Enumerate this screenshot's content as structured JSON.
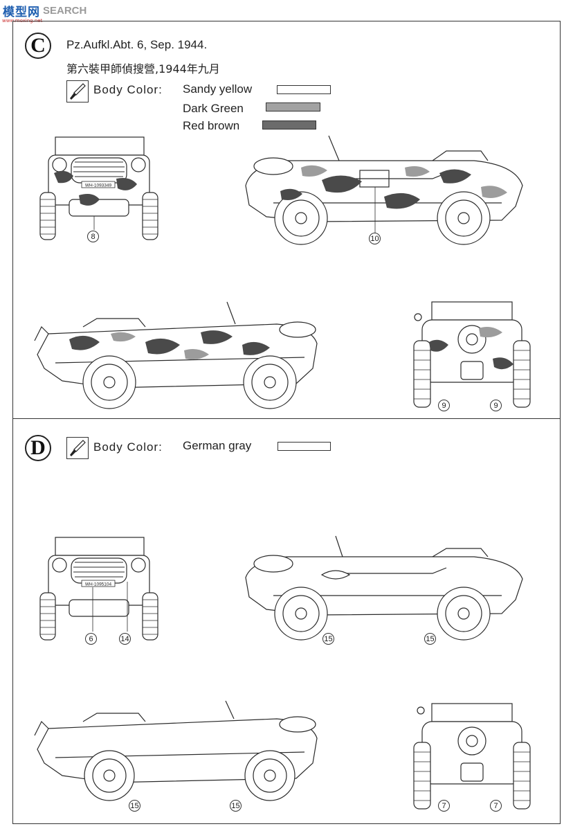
{
  "watermark": {
    "logo": "模型网",
    "word": "SEARCH",
    "url": "www.moxing.net"
  },
  "section_c": {
    "badge": "C",
    "unit": "Pz.Aufkl.Abt. 6, Sep. 1944.",
    "unit_cn": "第六裝甲師偵搜營,1944年九月",
    "body_color_label": "Body Color:",
    "colors": [
      {
        "name": "Sandy yellow",
        "hex": "#ffffff"
      },
      {
        "name": "Dark Green",
        "hex": "#a2a2a2"
      },
      {
        "name": "Red brown",
        "hex": "#6b6b6b"
      }
    ],
    "plates": {
      "front": "WH-1093349"
    },
    "callouts": [
      "8",
      "10",
      "9",
      "9"
    ]
  },
  "section_d": {
    "badge": "D",
    "body_color_label": "Body Color:",
    "colors": [
      {
        "name": "German gray",
        "hex": "#ffffff"
      }
    ],
    "plates": {
      "front": "WH-1095104"
    },
    "callouts": [
      "6",
      "14",
      "15",
      "15",
      "15",
      "15",
      "7",
      "7"
    ]
  },
  "palette": {
    "line": "#2a2a2a",
    "camo_dark": "#4a4a4a",
    "camo_mid": "#9c9c9c"
  }
}
